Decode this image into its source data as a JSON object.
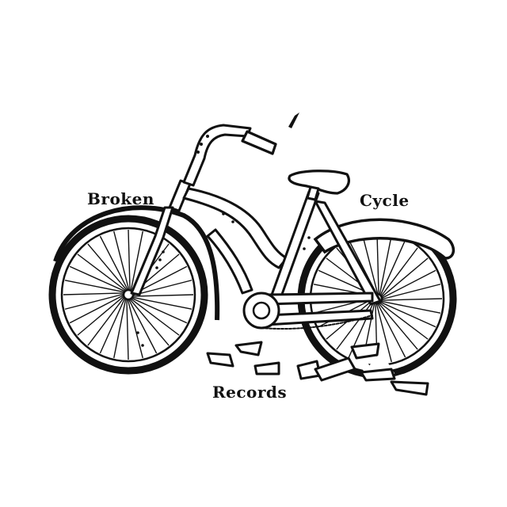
{
  "logo": {
    "word_left": "Broken",
    "word_right": "Cycle",
    "word_bottom": "Records"
  },
  "colors": {
    "ink": "#111111",
    "paper": "#ffffff"
  }
}
